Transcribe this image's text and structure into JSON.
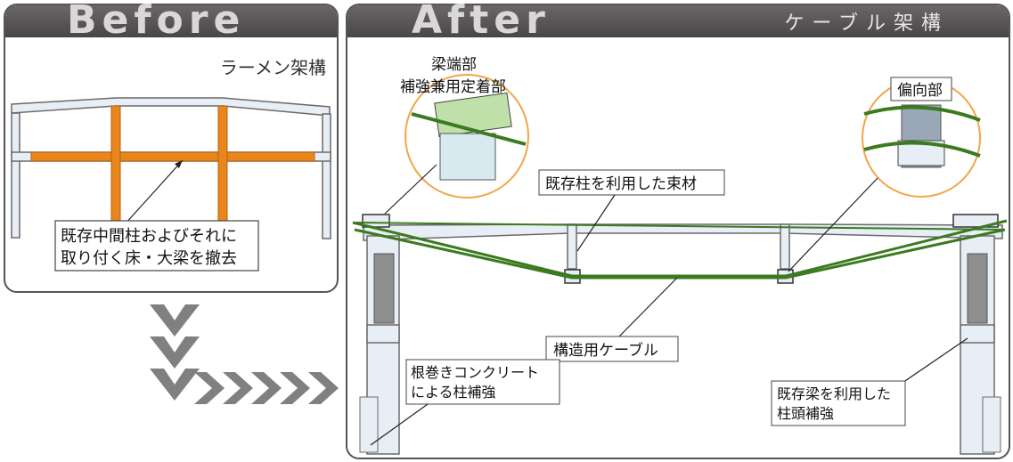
{
  "before": {
    "header": "Before",
    "structure_label": "ラーメン架構",
    "callout_line1": "既存中間柱およびそれに",
    "callout_line2": "取り付く床・大梁を撤去"
  },
  "after": {
    "header": "After",
    "structure_label": "ケーブル架構",
    "callout_beam_end_line1": "梁端部",
    "callout_beam_end_line2": "補強兼用定着部",
    "callout_deflector": "偏向部",
    "callout_strut": "既存柱を利用した束材",
    "callout_cable": "構造用ケーブル",
    "callout_root_line1": "根巻きコンクリート",
    "callout_root_line2": "による柱補強",
    "callout_head_line1": "既存梁を利用した",
    "callout_head_line2": "柱頭補強"
  },
  "colors": {
    "header_bar": "#5a5657",
    "header_text": "#d9d7d8",
    "frame": "#e8eef5",
    "frame_stroke": "#6a6a6a",
    "removed_members": "#e8861c",
    "cable": "#3b7a1f",
    "detail_circle": "#f2a54a",
    "concrete": "#8e8e8e",
    "chevrons": "#808080"
  }
}
